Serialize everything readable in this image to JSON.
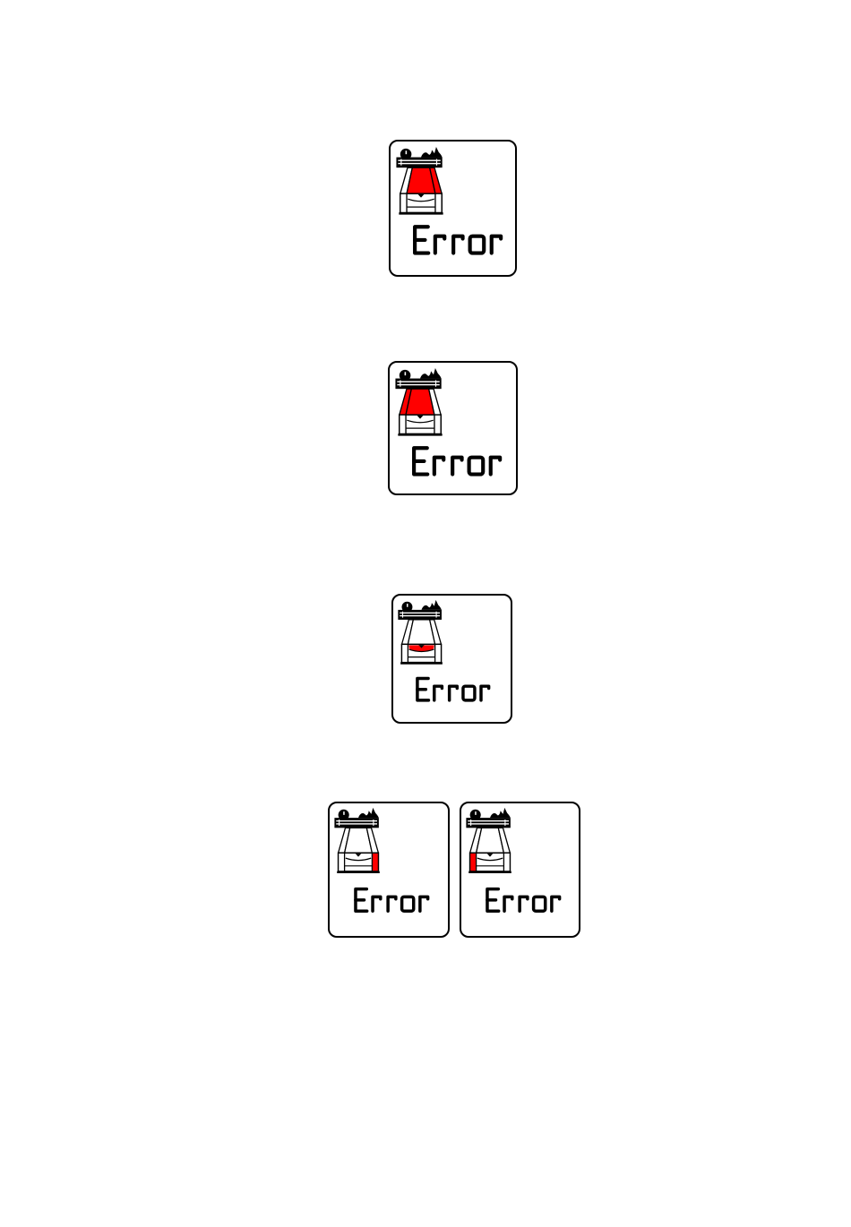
{
  "page": {
    "kind": "printer-manual-error-display-figures",
    "background": "#ffffff"
  },
  "colors": {
    "highlight_red": "#ff0000",
    "line_black": "#000000",
    "panel_background": "#ffffff"
  },
  "panels": [
    {
      "name": "lcd-error-display-top-cover-right",
      "label": "Error",
      "icon": "printer-icon",
      "highlight": "cover-center-right",
      "highlighted_part": "top cover (front/right area)"
    },
    {
      "name": "lcd-error-display-top-cover-left",
      "label": "Error",
      "icon": "printer-icon",
      "highlight": "cover-left-center",
      "highlighted_part": "top cover (left/front area)"
    },
    {
      "name": "lcd-error-display-output-slot",
      "label": "Error",
      "icon": "printer-icon",
      "highlight": "output-slot",
      "highlighted_part": "paper output slot"
    },
    {
      "name": "lcd-error-display-right-side",
      "label": "Error",
      "icon": "printer-icon",
      "highlight": "body-right",
      "highlighted_part": "right side of body"
    },
    {
      "name": "lcd-error-display-left-side",
      "label": "Error",
      "icon": "printer-icon",
      "highlight": "body-left",
      "highlighted_part": "left side of body"
    }
  ]
}
